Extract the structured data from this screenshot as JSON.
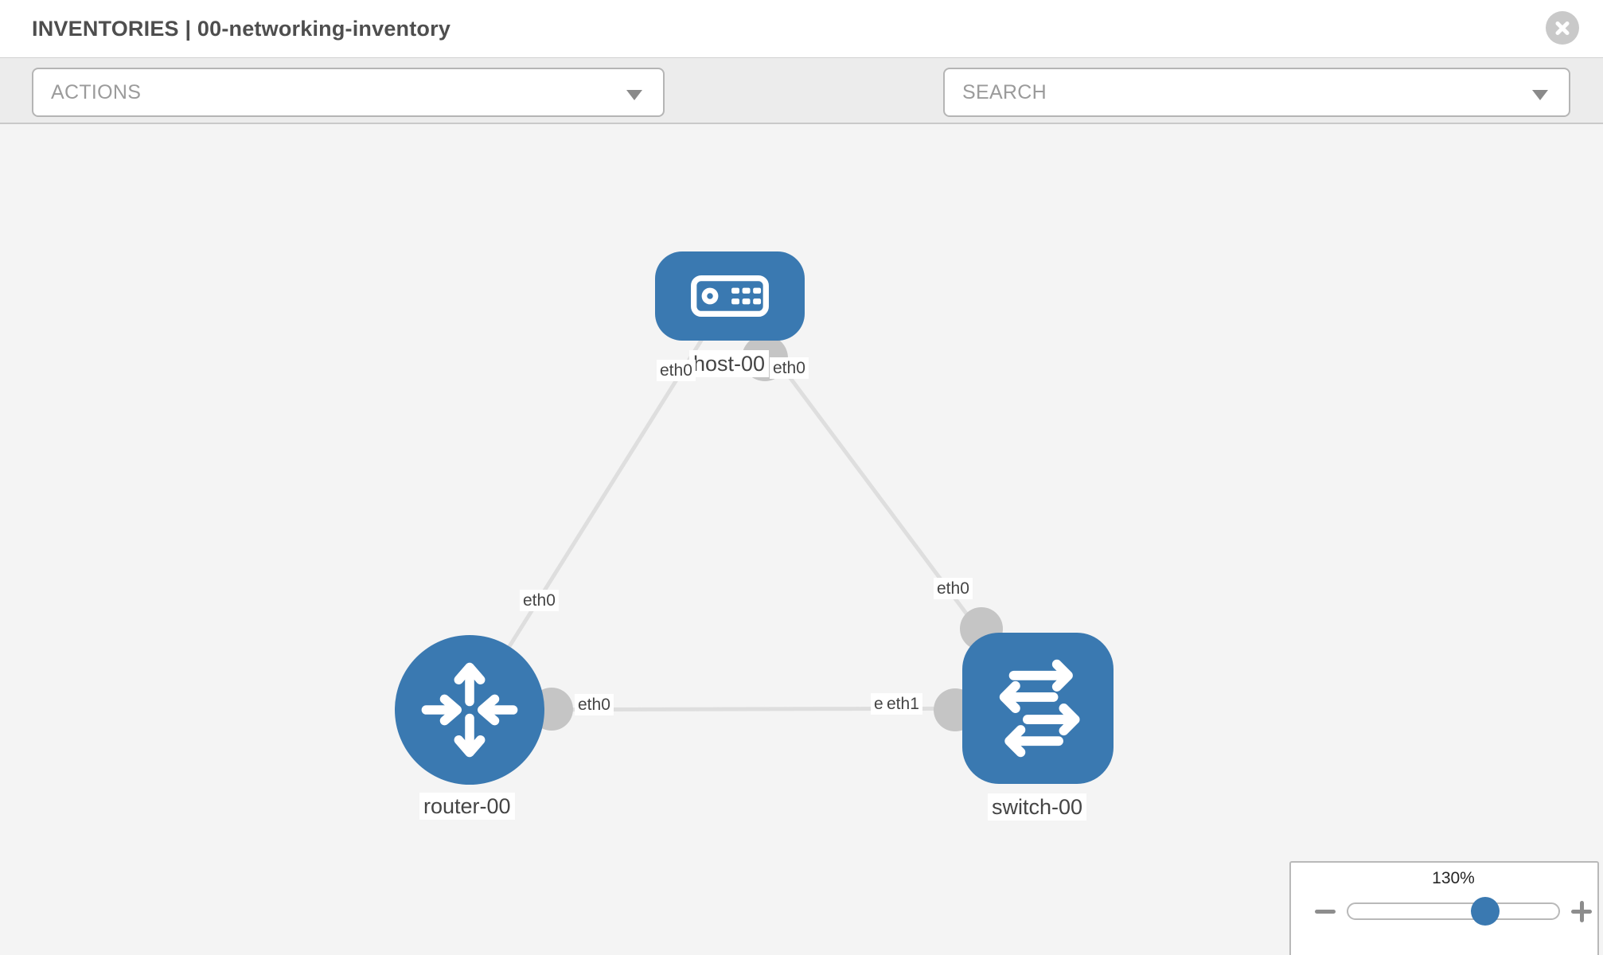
{
  "header": {
    "title": "INVENTORIES | 00-networking-inventory"
  },
  "toolbar": {
    "actions_label": "ACTIONS",
    "search_label": "SEARCH"
  },
  "topology": {
    "nodes": [
      {
        "label": "host-00",
        "type": "host"
      },
      {
        "label": "router-00",
        "type": "router"
      },
      {
        "label": "switch-00",
        "type": "switch"
      }
    ],
    "links": [
      {
        "source": "host-00",
        "source_interface": "eth0",
        "target": "router-00",
        "target_interface": "eth0"
      },
      {
        "source": "host-00",
        "source_interface": "eth0",
        "target": "switch-00",
        "target_interface": "eth0"
      },
      {
        "source": "router-00",
        "source_interface": "eth0",
        "target": "switch-00",
        "target_interface": "eth1"
      }
    ],
    "overlapped_interface_label": "eth0"
  },
  "zoom_control": {
    "level": "130%"
  },
  "colors": {
    "node_fill": "#3a79b1",
    "link_stroke": "#dedede",
    "connector_fill": "#c5c5c5",
    "toolbar_icon": "#8b949c",
    "slider_thumb": "#3a79b1"
  }
}
